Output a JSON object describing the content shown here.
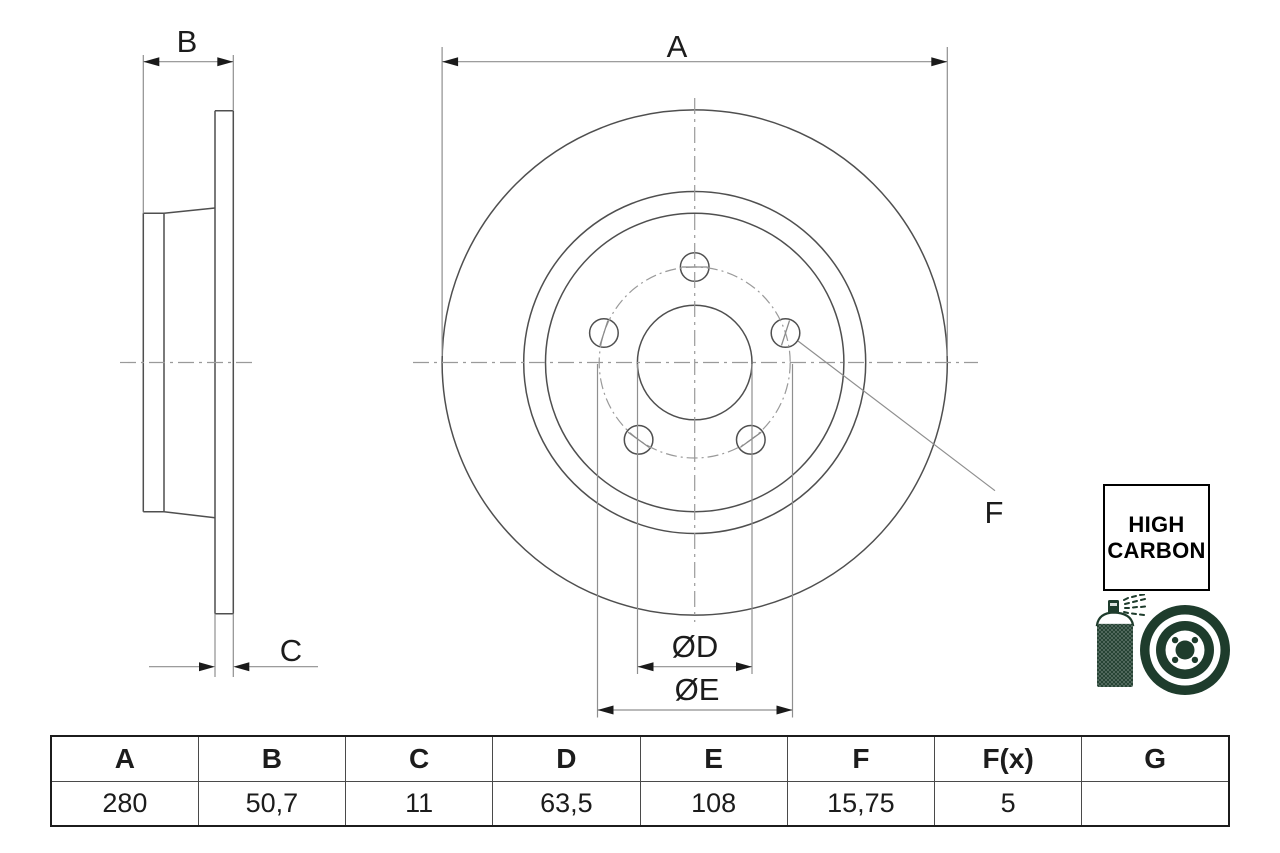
{
  "drawing": {
    "labels": {
      "A": "A",
      "B": "B",
      "C": "C",
      "F": "F",
      "dD": "ØD",
      "dE": "ØE"
    },
    "badge": {
      "line1": "HIGH",
      "line2": "CARBON"
    },
    "icons": {
      "spray": "spray-can-icon",
      "disc": "coated-brake-disc-icon"
    },
    "colors": {
      "icon_green": "#1e3c2c",
      "geometry_line": "#4f4f4f",
      "dimension_line": "#8f8f8f",
      "centerline": "#9a9a9a",
      "label_text": "#1c1c1c",
      "badge_border": "#000000"
    }
  },
  "table": {
    "headers": [
      "A",
      "B",
      "C",
      "D",
      "E",
      "F",
      "F(x)",
      "G"
    ],
    "values": [
      "280",
      "50,7",
      "11",
      "63,5",
      "108",
      "15,75",
      "5",
      ""
    ]
  }
}
